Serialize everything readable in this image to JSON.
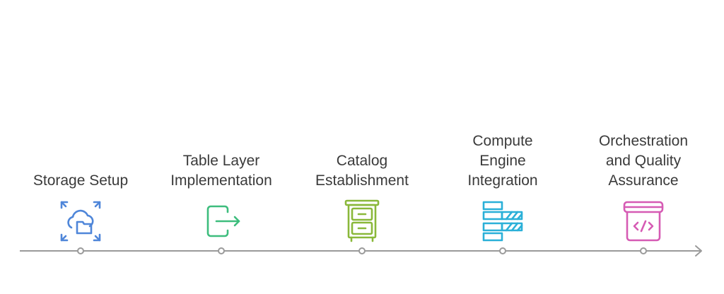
{
  "diagram": {
    "type": "timeline",
    "steps": [
      {
        "label": "Storage Setup",
        "icon": "cloud-folder-icon",
        "color": "#4f86d9"
      },
      {
        "label": "Table Layer\nImplementation",
        "icon": "sign-out-arrow-icon",
        "color": "#3dbd7d"
      },
      {
        "label": "Catalog\nEstablishment",
        "icon": "filing-cabinet-icon",
        "color": "#8ab83a"
      },
      {
        "label": "Compute\nEngine\nIntegration",
        "icon": "stacked-bars-icon",
        "color": "#2ab0d8"
      },
      {
        "label": "Orchestration\nand Quality\nAssurance",
        "icon": "code-box-icon",
        "color": "#d65bb4"
      }
    ],
    "line_color": "#9a9a9a"
  }
}
